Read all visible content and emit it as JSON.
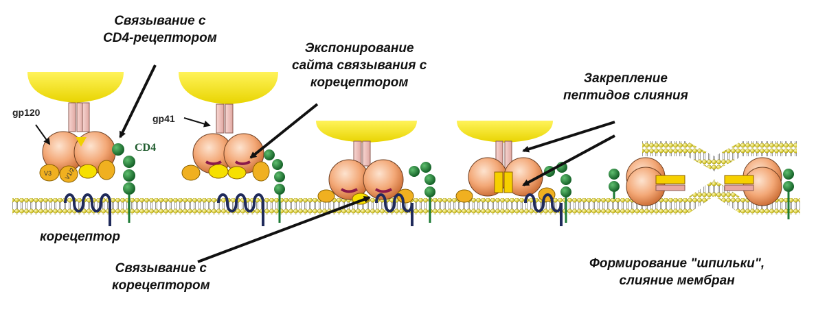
{
  "captions": {
    "cd4_binding": [
      "Связывание с",
      "CD4-рецептором"
    ],
    "site_exposure": [
      "Экспонирование",
      "сайта связывания с",
      "корецептором"
    ],
    "peptide_anchoring": [
      "Закрепление",
      "пептидов слияния"
    ],
    "coreceptor_binding": [
      "Связывание с",
      "корецептором"
    ],
    "hairpin_fusion": [
      "Формирование \"шпильки\",",
      "слияние мембран"
    ],
    "coreceptor": "корецептор"
  },
  "labels": {
    "gp120": "gp120",
    "gp41": "gp41",
    "cd4": "CD4",
    "v3": "V3",
    "v1v2": "V1/2"
  },
  "colors": {
    "gp120_body": "#f0a878",
    "gp120_outline": "#6b3d20",
    "gp41": "#f2c4c0",
    "virus_membrane": "#f5e600",
    "membrane_beads": "#f2e23a",
    "cd4_beads": "#1b7a33",
    "coreceptor": "#1f2a5a",
    "loops": "#f0b020",
    "binding_site": "#8b1a4a"
  }
}
